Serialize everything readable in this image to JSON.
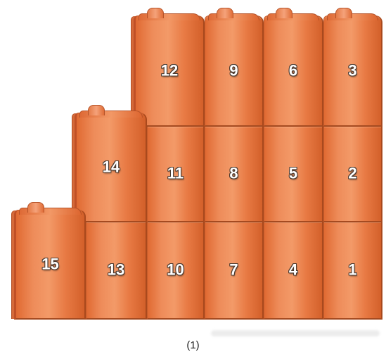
{
  "tiles": {
    "t1": "1",
    "t2": "2",
    "t3": "3",
    "t4": "4",
    "t5": "5",
    "t6": "6",
    "t7": "7",
    "t8": "8",
    "t9": "9",
    "t10": "10",
    "t11": "11",
    "t12": "12",
    "t13": "13",
    "t14": "14",
    "t15": "15"
  },
  "caption": "(1)",
  "colors": {
    "tile_base": "#e87a44",
    "tile_highlight": "#f39a68",
    "tile_edge": "#a9491d",
    "number_fill": "#ffffff",
    "number_outline": "#4a3a30"
  }
}
